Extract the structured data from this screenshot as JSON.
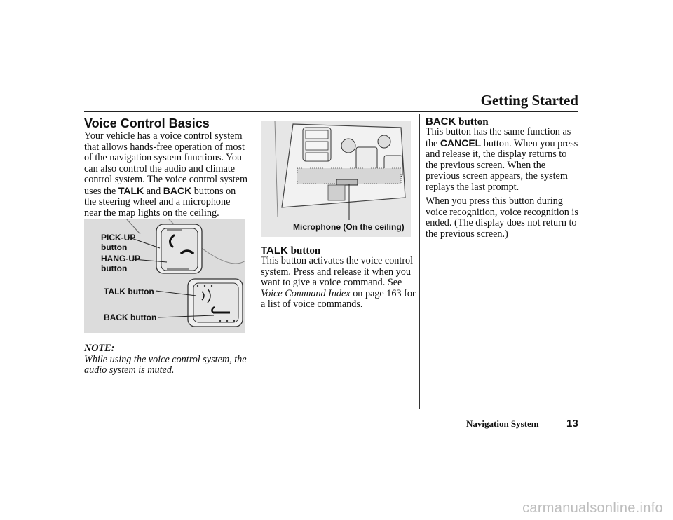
{
  "header": {
    "title": "Getting Started"
  },
  "left": {
    "section_title": "Voice Control Basics",
    "intro": {
      "p1": "Your vehicle has a voice control system that allows hands-free operation of most of the navigation system functions. You can also control the audio and climate control system. The voice control system uses the ",
      "k1": "TALK",
      "p2": " and ",
      "k2": "BACK",
      "p3": " buttons on the steering wheel and a microphone near the map lights on the ceiling."
    },
    "figure": {
      "pickup_label_1": "PICK-UP",
      "pickup_label_2": "button",
      "hangup_label_1": "HANG-UP",
      "hangup_label_2": "button",
      "talk_label": "TALK button",
      "back_label": "BACK button"
    },
    "note": {
      "label": "NOTE:",
      "text": "While using the voice control system, the audio system is muted."
    }
  },
  "middle": {
    "figure": {
      "caption": "Microphone (On the ceiling)"
    },
    "talk": {
      "heading_kw": "TALK",
      "heading_rest": " button",
      "p1": "This button activates the voice control system. Press and release it when you want to give a voice command. See ",
      "ref": "Voice Command Index",
      "p2": " on page 163 for a list of voice commands."
    }
  },
  "right": {
    "back": {
      "heading_kw": "BACK",
      "heading_rest": " button",
      "p1": "This button has the same function as the ",
      "k1": "CANCEL",
      "p2": " button. When you press and release it, the display returns to the previous screen. When the previous screen appears, the system replays the last prompt.",
      "p3": "When you press this button during voice recognition, voice recognition is ended. (The display does not return to the previous screen.)"
    }
  },
  "footer": {
    "label": "Navigation System",
    "page": "13"
  },
  "watermark": "carmanualsonline.info"
}
